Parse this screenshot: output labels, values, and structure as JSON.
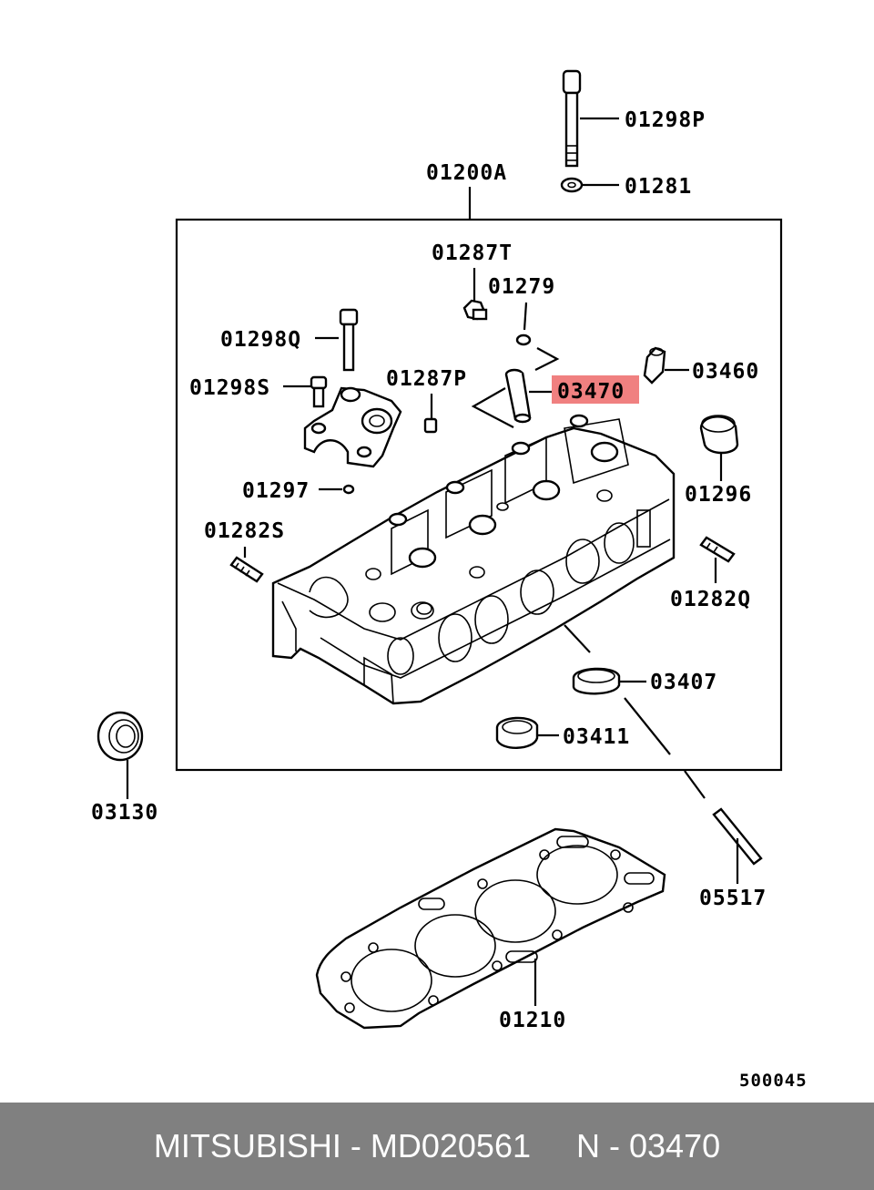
{
  "labels": {
    "p01298P": "01298P",
    "p01281": "01281",
    "p01200A": "01200A",
    "p01287T": "01287T",
    "p01279": "01279",
    "p01298Q": "01298Q",
    "p03460": "03460",
    "p01298S": "01298S",
    "p01287P": "01287P",
    "p03470": "03470",
    "p01296": "01296",
    "p01297": "01297",
    "p01282S": "01282S",
    "p01282Q": "01282Q",
    "p03407": "03407",
    "p03411": "03411",
    "p03130": "03130",
    "p05517": "05517",
    "p01210": "01210",
    "diagram_code": "500045"
  },
  "highlight_color": "#f08080",
  "footer": {
    "brand": "MITSUBISHI",
    "separator1": " - ",
    "part_number": "MD020561",
    "gap": "     ",
    "position": "N - 03470"
  }
}
